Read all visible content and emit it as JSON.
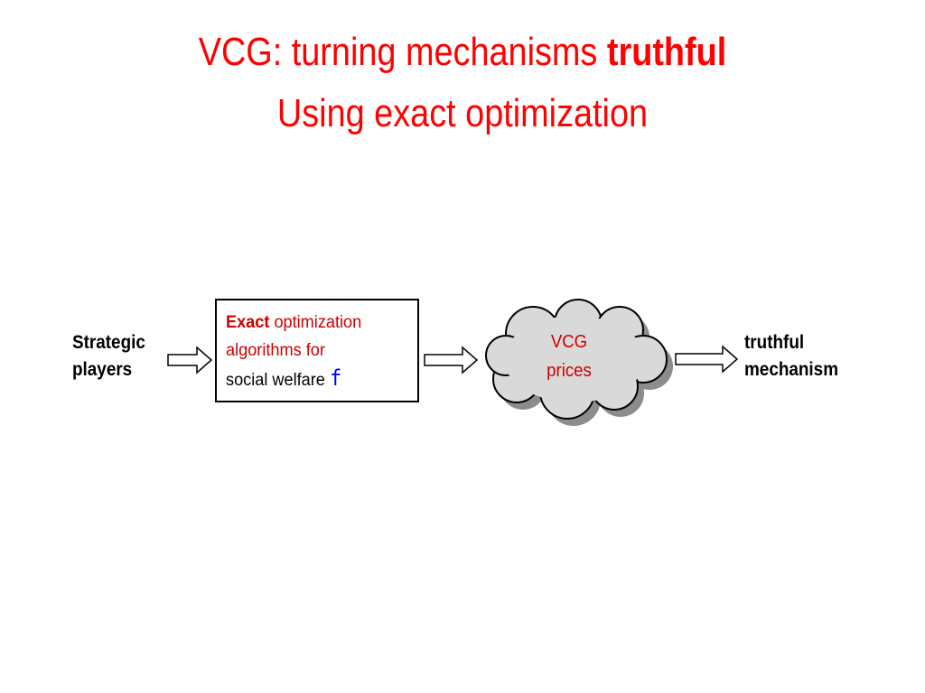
{
  "title": {
    "line1_prefix": "VCG: turning mechanisms",
    "line1_emphasis": "truthful",
    "line2": "Using exact optimization"
  },
  "diagram": {
    "input_label": {
      "line1": "Strategic",
      "line2": "players"
    },
    "algorithm_box": {
      "line1_bold": "Exact",
      "line1_rest": "optimization",
      "line2": "algorithms for",
      "line3": "social welfare",
      "symbol": "f"
    },
    "cloud": {
      "line1": "VCG",
      "line2": "prices"
    },
    "output_label": {
      "line1": "truthful",
      "line2": "mechanism"
    }
  },
  "colors": {
    "title": "#ff0000",
    "box_text": "#cc0000",
    "symbol": "#0000ff",
    "cloud_fill": "#d9d9d9",
    "cloud_shadow": "#8c8c8c"
  }
}
